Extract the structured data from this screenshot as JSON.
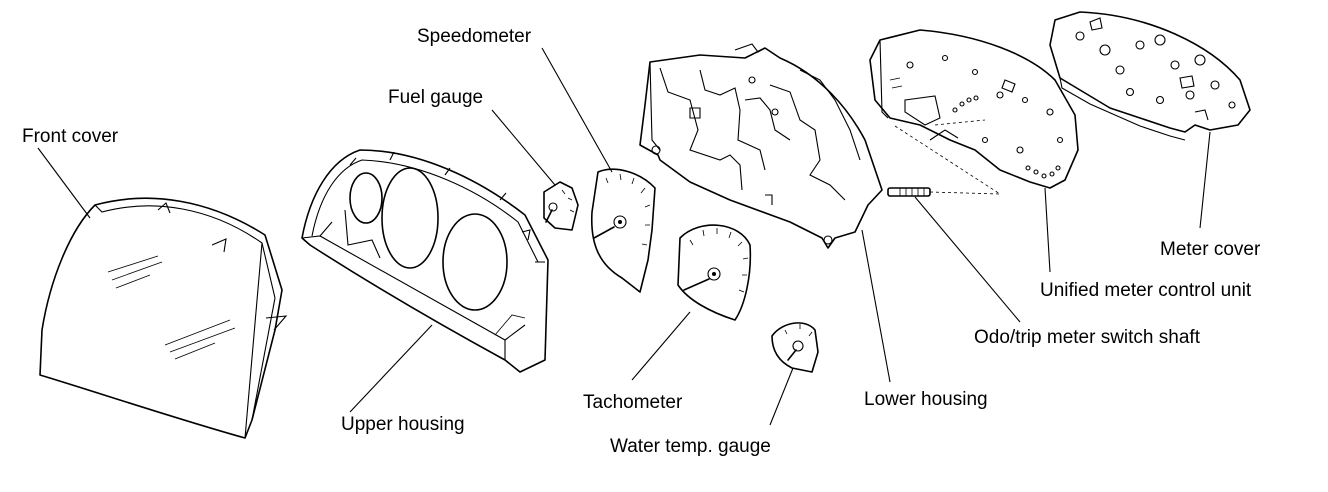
{
  "labels": {
    "front_cover": "Front cover",
    "upper_housing": "Upper housing",
    "fuel_gauge": "Fuel gauge",
    "speedometer": "Speedometer",
    "tachometer": "Tachometer",
    "water_temp_gauge": "Water temp. gauge",
    "lower_housing": "Lower housing",
    "odo_trip_meter_switch_shaft": "Odo/trip meter switch shaft",
    "unified_meter_control_unit": "Unified meter control unit",
    "meter_cover": "Meter cover"
  }
}
